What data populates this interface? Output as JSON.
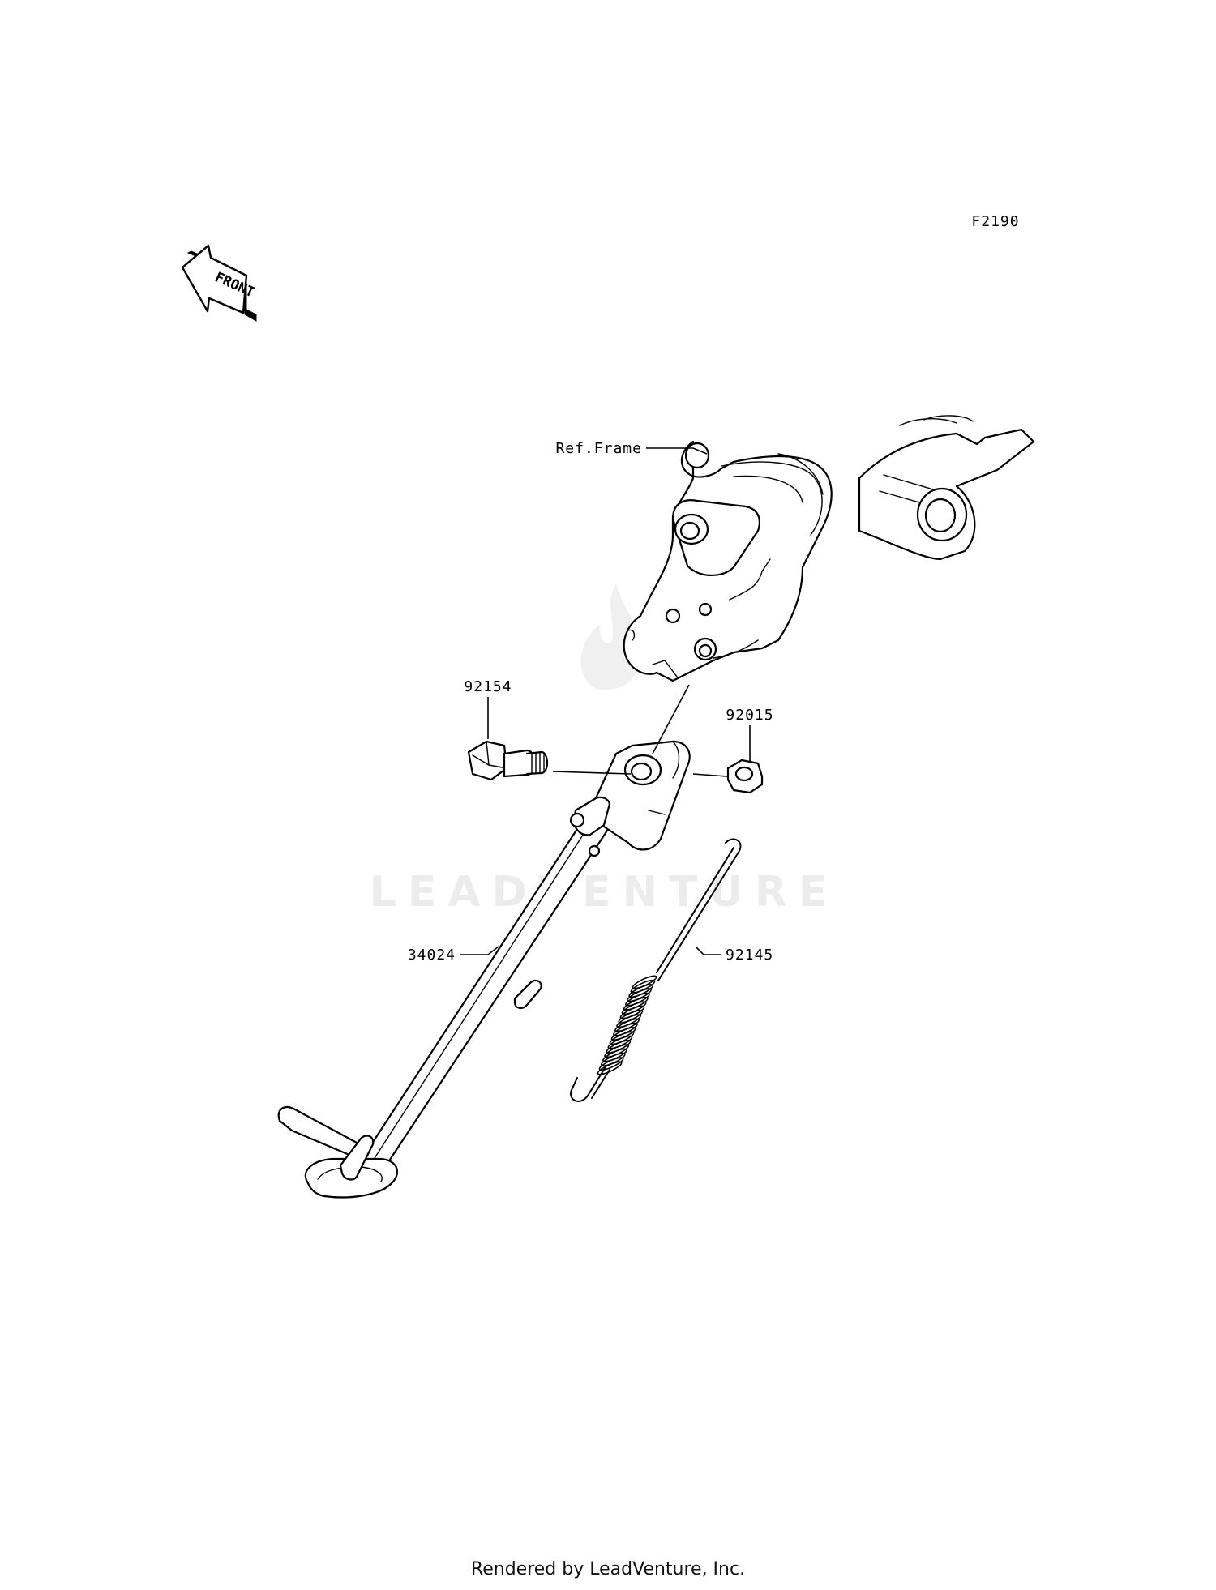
{
  "diagram_code": "F2190",
  "front_arrow_text": "FRONT",
  "watermark": "LEADVENTURE",
  "callouts": {
    "ref_frame": "Ref.Frame",
    "bolt": "92154",
    "nut": "92015",
    "side_stand": "34024",
    "spring": "92145"
  },
  "footer": "Rendered by LeadVenture, Inc."
}
